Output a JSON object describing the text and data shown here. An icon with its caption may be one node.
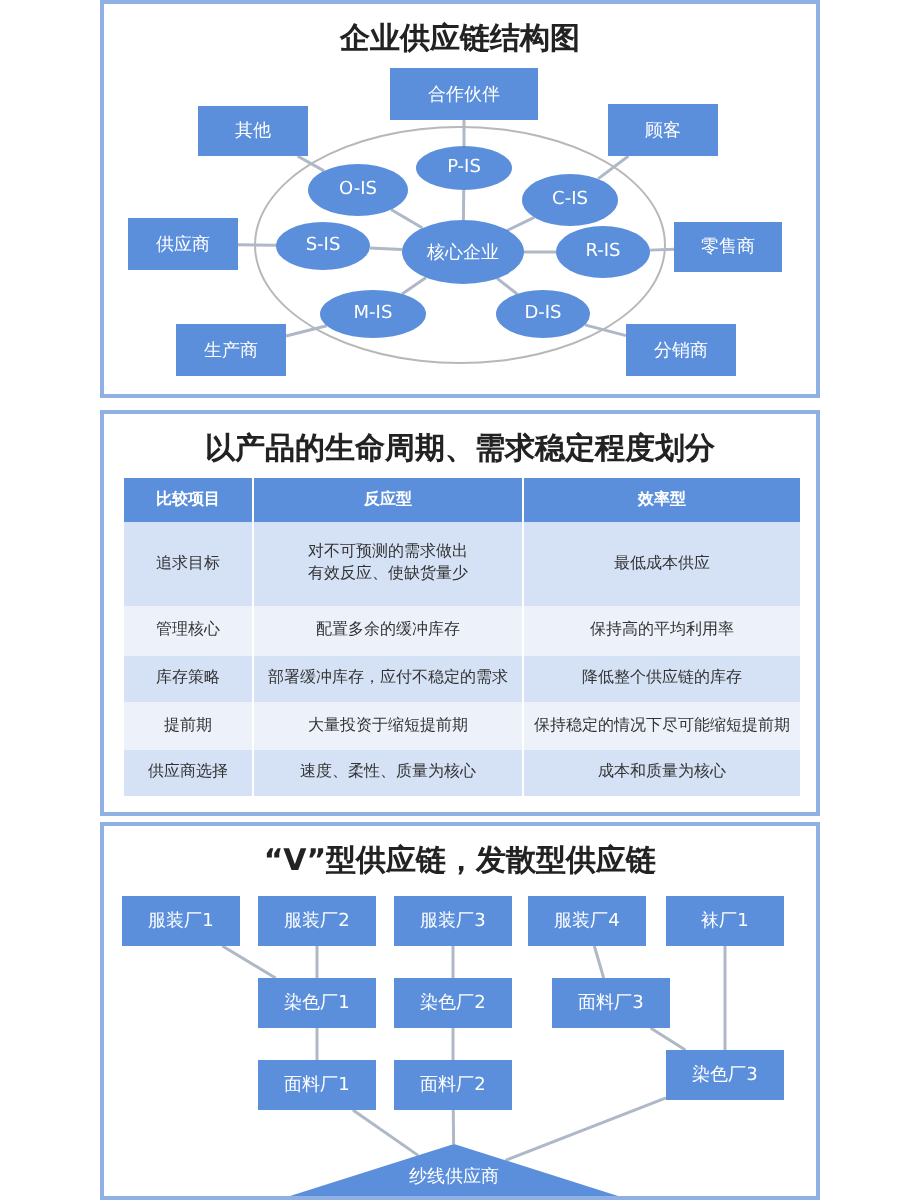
{
  "diagram": {
    "nodes": [
      {
        "text": [
          "企业供应链结构图"
        ]
      },
      {
        "text": [],
        "shape": "ellipse",
        "in": 0
      },
      {
        "text": [
          "核心企业"
        ],
        "in": 1
      },
      {
        "text": [
          "P-IS"
        ],
        "in": 1
      },
      {
        "text": [
          "O-IS"
        ],
        "in": 1
      },
      {
        "text": [
          "C-IS"
        ],
        "in": 1
      },
      {
        "text": [
          "S-IS"
        ],
        "in": 1
      },
      {
        "text": [
          "R-IS"
        ],
        "in": 1
      },
      {
        "text": [
          "M-IS"
        ],
        "in": 1
      },
      {
        "text": [
          "D-IS"
        ],
        "in": 1
      },
      {
        "text": [
          "合作伙伴"
        ],
        "in": 0
      },
      {
        "text": [
          "其他"
        ],
        "in": 0
      },
      {
        "text": [
          "顾客"
        ],
        "in": 0
      },
      {
        "text": [
          "供应商"
        ],
        "in": 0
      },
      {
        "text": [
          "零售商"
        ],
        "in": 0
      },
      {
        "text": [
          "生产商"
        ],
        "in": 0
      },
      {
        "text": [
          "分销商"
        ],
        "in": 0
      },
      {
        "text": [
          "以产品的生命周期、需求稳定程度划分"
        ]
      },
      {
        "text": [
          "“V”型供应链，发散型供应链"
        ]
      },
      {
        "text": [
          "服装厂1"
        ],
        "in": 18
      },
      {
        "text": [
          "服装厂2"
        ],
        "in": 18
      },
      {
        "text": [
          "服装厂3"
        ],
        "in": 18
      },
      {
        "text": [
          "服装厂4"
        ],
        "in": 18
      },
      {
        "text": [
          "袜厂1"
        ],
        "in": 18
      },
      {
        "text": [
          "染色厂1"
        ],
        "in": 18
      },
      {
        "text": [
          "染色厂2"
        ],
        "in": 18
      },
      {
        "text": [
          "面料厂3"
        ],
        "in": 18
      },
      {
        "text": [
          "面料厂1"
        ],
        "in": 18
      },
      {
        "text": [
          "面料厂2"
        ],
        "in": 18
      },
      {
        "text": [
          "染色厂3"
        ],
        "in": 18
      },
      {
        "text": [
          "纱线供应商"
        ],
        "in": 18
      }
    ],
    "edges": [
      {
        "from": 2,
        "to": 3,
        "arrow": "none"
      },
      {
        "from": 2,
        "to": 4,
        "arrow": "none"
      },
      {
        "from": 2,
        "to": 5,
        "arrow": "none"
      },
      {
        "from": 2,
        "to": 6,
        "arrow": "none"
      },
      {
        "from": 2,
        "to": 7,
        "arrow": "none"
      },
      {
        "from": 2,
        "to": 8,
        "arrow": "none"
      },
      {
        "from": 2,
        "to": 9,
        "arrow": "none"
      },
      {
        "from": 3,
        "to": 10,
        "arrow": "none"
      },
      {
        "from": 4,
        "to": 11,
        "arrow": "none"
      },
      {
        "from": 5,
        "to": 12,
        "arrow": "none"
      },
      {
        "from": 6,
        "to": 13,
        "arrow": "none"
      },
      {
        "from": 7,
        "to": 14,
        "arrow": "none"
      },
      {
        "from": 8,
        "to": 15,
        "arrow": "none"
      },
      {
        "from": 9,
        "to": 16,
        "arrow": "none"
      },
      {
        "from": 19,
        "to": 24,
        "arrow": "none"
      },
      {
        "from": 20,
        "to": 24,
        "arrow": "none"
      },
      {
        "from": 21,
        "to": 25,
        "arrow": "none"
      },
      {
        "from": 22,
        "to": 26,
        "arrow": "none"
      },
      {
        "from": 23,
        "to": 29,
        "arrow": "none"
      },
      {
        "from": 24,
        "to": 27,
        "arrow": "none"
      },
      {
        "from": 25,
        "to": 28,
        "arrow": "none"
      },
      {
        "from": 26,
        "to": 29,
        "arrow": "none"
      },
      {
        "from": 27,
        "to": 30,
        "arrow": "none"
      },
      {
        "from": 28,
        "to": 30,
        "arrow": "none"
      },
      {
        "from": 29,
        "to": 30,
        "arrow": "none"
      }
    ],
    "labels": [
      "比较项目",
      "反应型",
      "效率型",
      "追求目标",
      "对不可预测的需求做出有效反应、使缺货量少",
      "最低成本供应",
      "管理核心",
      "配置多余的缓冲库存",
      "保持高的平均利用率",
      "库存策略",
      "部署缓冲库存，应付不稳定的需求",
      "降低整个供应链的库存",
      "提前期",
      "大量投资于缩短提前期",
      "保持稳定的情况下尽可能缩短提前期",
      "供应商选择",
      "速度、柔性、质量为核心",
      "成本和质量为核心"
    ]
  }
}
